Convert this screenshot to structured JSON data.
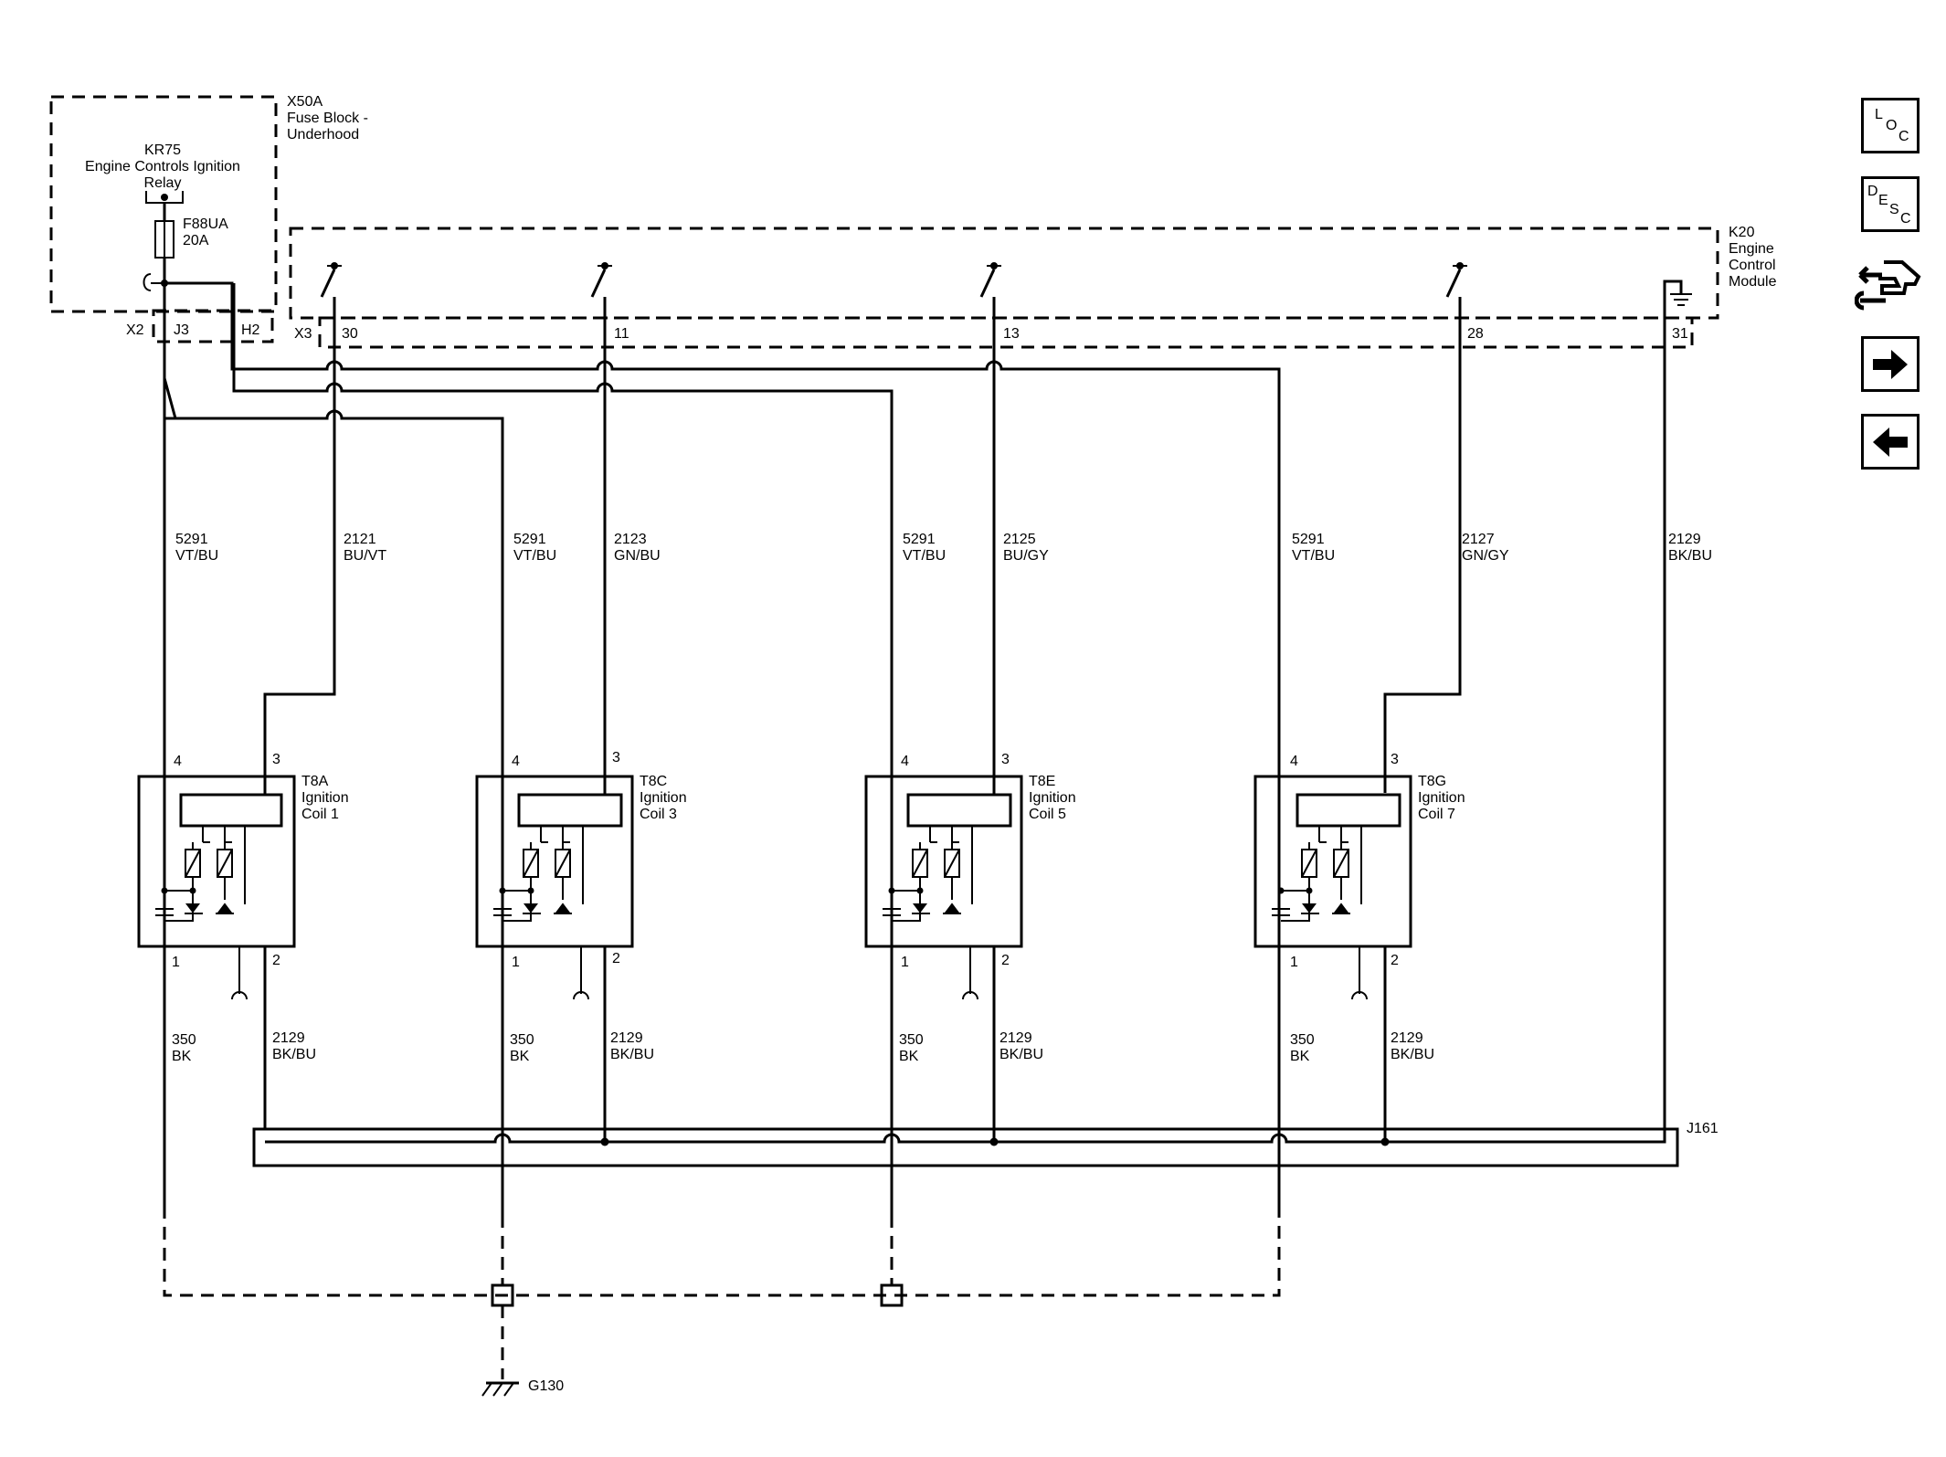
{
  "fuse_block": {
    "name": "X50A",
    "desc1": "Fuse Block -",
    "desc2": "Underhood"
  },
  "relay": {
    "name": "KR75",
    "desc1": "Engine Controls Ignition",
    "desc2": "Relay"
  },
  "fuse": {
    "name": "F88UA",
    "rating": "20A"
  },
  "connectors": {
    "x2": "X2",
    "j3": "J3",
    "h2": "H2",
    "x3": "X3"
  },
  "ecm": {
    "name": "K20",
    "desc1": "Engine",
    "desc2": "Control",
    "desc3": "Module"
  },
  "ecm_pins": {
    "p30": "30",
    "p11": "11",
    "p13": "13",
    "p28": "28",
    "p31": "31"
  },
  "coils": [
    {
      "name": "T8A",
      "desc1": "Ignition",
      "desc2": "Coil 1",
      "pin4": "4",
      "pin3": "3",
      "pin1": "1",
      "pin2": "2",
      "supply_circuit": "5291",
      "supply_color": "VT/BU",
      "control_circuit": "2121",
      "control_color": "BU/VT",
      "ground_circuit": "350",
      "ground_color": "BK",
      "low_circuit": "2129",
      "low_color": "BK/BU"
    },
    {
      "name": "T8C",
      "desc1": "Ignition",
      "desc2": "Coil 3",
      "pin4": "4",
      "pin3": "3",
      "pin1": "1",
      "pin2": "2",
      "supply_circuit": "5291",
      "supply_color": "VT/BU",
      "control_circuit": "2123",
      "control_color": "GN/BU",
      "ground_circuit": "350",
      "ground_color": "BK",
      "low_circuit": "2129",
      "low_color": "BK/BU"
    },
    {
      "name": "T8E",
      "desc1": "Ignition",
      "desc2": "Coil 5",
      "pin4": "4",
      "pin3": "3",
      "pin1": "1",
      "pin2": "2",
      "supply_circuit": "5291",
      "supply_color": "VT/BU",
      "control_circuit": "2125",
      "control_color": "BU/GY",
      "ground_circuit": "350",
      "ground_color": "BK",
      "low_circuit": "2129",
      "low_color": "BK/BU"
    },
    {
      "name": "T8G",
      "desc1": "Ignition",
      "desc2": "Coil 7",
      "pin4": "4",
      "pin3": "3",
      "pin1": "1",
      "pin2": "2",
      "supply_circuit": "5291",
      "supply_color": "VT/BU",
      "control_circuit": "2127",
      "control_color": "GN/GY",
      "ground_circuit": "350",
      "ground_color": "BK",
      "low_circuit": "2129",
      "low_color": "BK/BU"
    }
  ],
  "ecm_ground_wire": {
    "circuit": "2129",
    "color": "BK/BU"
  },
  "splice": {
    "name": "J161"
  },
  "ground": {
    "name": "G130"
  },
  "side_buttons": {
    "loc": {
      "letters": [
        "L",
        "O",
        "C"
      ],
      "icon": "loc-icon"
    },
    "desc": {
      "letters": [
        "D",
        "E",
        "S",
        "C"
      ],
      "icon": "desc-icon"
    },
    "connector_icon": "connector-wrench-icon",
    "next_icon": "arrow-right-icon",
    "prev_icon": "arrow-left-icon"
  }
}
